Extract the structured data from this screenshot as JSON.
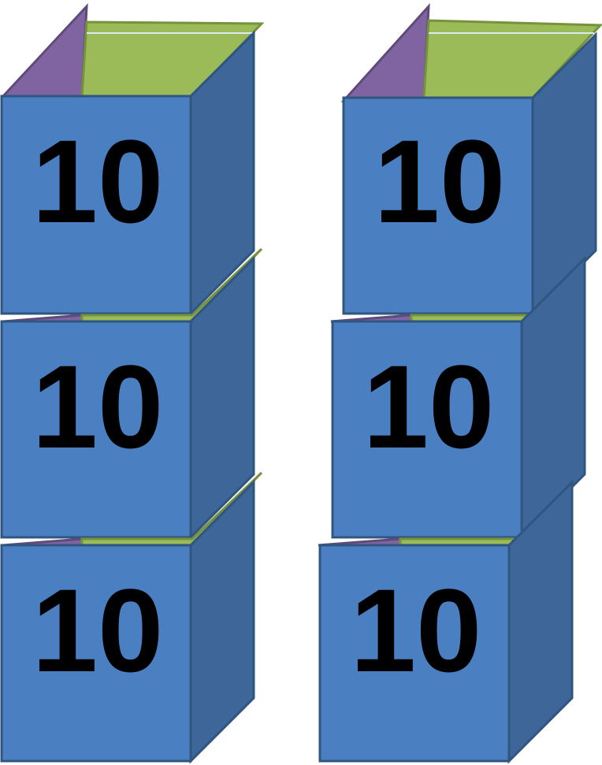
{
  "colors": {
    "front": "#4a7fc1",
    "side": "#3e6698",
    "edge": "#2f5581",
    "flap_green": "#9bbb59",
    "flap_green_edge": "#76923c",
    "flap_purple": "#8064a2",
    "flap_purple_edge": "#5f4b7a"
  },
  "stacks": [
    {
      "boxes": [
        {
          "label": "10"
        },
        {
          "label": "10"
        },
        {
          "label": "10"
        }
      ]
    },
    {
      "boxes": [
        {
          "label": "10"
        },
        {
          "label": "10"
        },
        {
          "label": "10"
        }
      ]
    }
  ]
}
